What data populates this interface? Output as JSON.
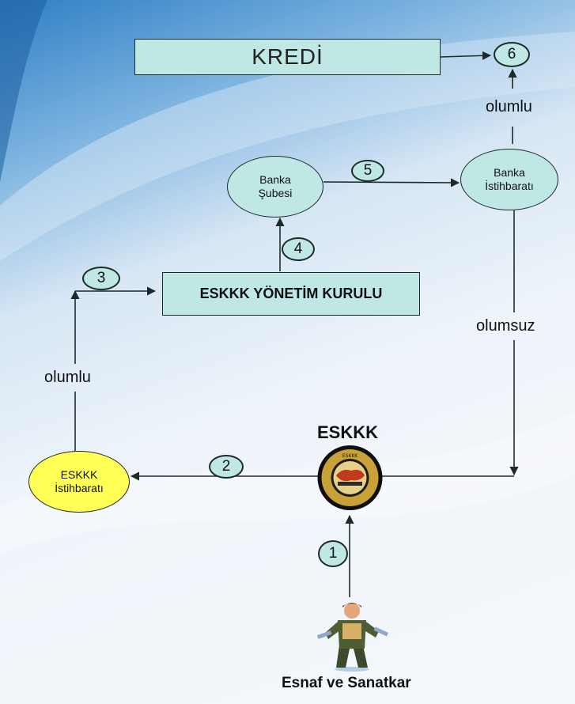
{
  "boxes": {
    "kredi": "KREDİ",
    "yonetim": "ESKKK YÖNETİM KURULU"
  },
  "nodes": {
    "banka_subesi": "Banka\nŞubesi",
    "banka_istihbarati": "Banka\nİstihbaratı",
    "eskkk_istihbarati": "ESKKK\nİstihbaratı"
  },
  "steps": [
    "1",
    "2",
    "3",
    "4",
    "5",
    "6"
  ],
  "labels": {
    "olumlu_top": "olumlu",
    "olumsuz": "olumsuz",
    "olumlu_left": "olumlu",
    "eskkk_logo_title": "ESKKK",
    "esnaf": "Esnaf ve Sanatkar"
  },
  "logo": {
    "text": "ESKKK"
  },
  "colors": {
    "teal_fill": "#bfe7e3",
    "yellow_fill": "#ffff55",
    "line": "#1e2a2a"
  }
}
